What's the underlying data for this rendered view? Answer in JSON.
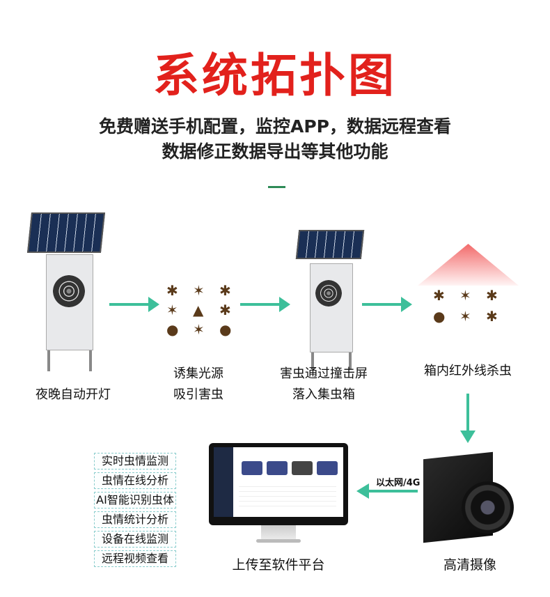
{
  "title": "系统拓扑图",
  "subtitle": [
    "免费赠送手机配置，监控APP，数据远程查看",
    "数据修正数据导出等其他功能"
  ],
  "steps": {
    "night_light": "夜晚自动开灯",
    "lure": [
      "诱集光源",
      "吸引害虫"
    ],
    "collect": [
      "害虫通过撞击屏",
      "落入集虫箱"
    ],
    "kill": "箱内红外线杀虫",
    "camera": "高清摄像",
    "network": "以太网/4G",
    "upload": "上传至软件平台"
  },
  "features": [
    "实时虫情监测",
    "虫情在线分析",
    "AI智能识别虫体",
    "虫情统计分析",
    "设备在线监测",
    "远程视频查看"
  ],
  "colors": {
    "title": "#e2211c",
    "arrow": "#3dbf9a"
  }
}
